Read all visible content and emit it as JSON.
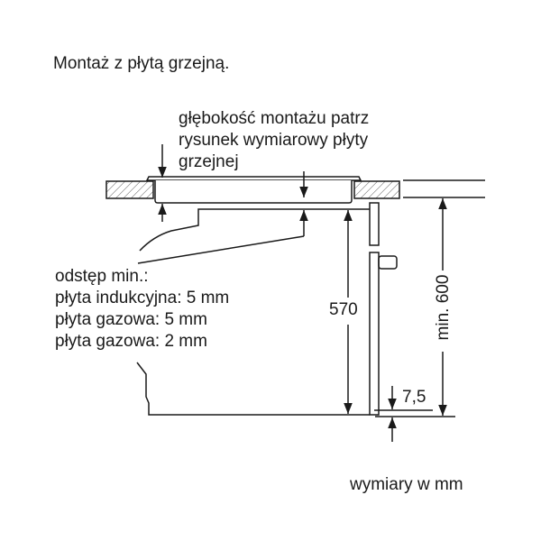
{
  "title": "Montaż z płytą grzejną.",
  "depth_note": [
    "głębokość montażu patrz",
    "rysunek wymiarowy płyty",
    "grzejnej"
  ],
  "gap_note": [
    "odstęp min.:",
    "płyta indukcyjna: 5 mm",
    "płyta gazowa: 5 mm",
    "płyta gazowa: 2 mm"
  ],
  "dim_570": "570",
  "dim_600": "min. 600",
  "dim_75": "7,5",
  "units_note": "wymiary w mm"
}
